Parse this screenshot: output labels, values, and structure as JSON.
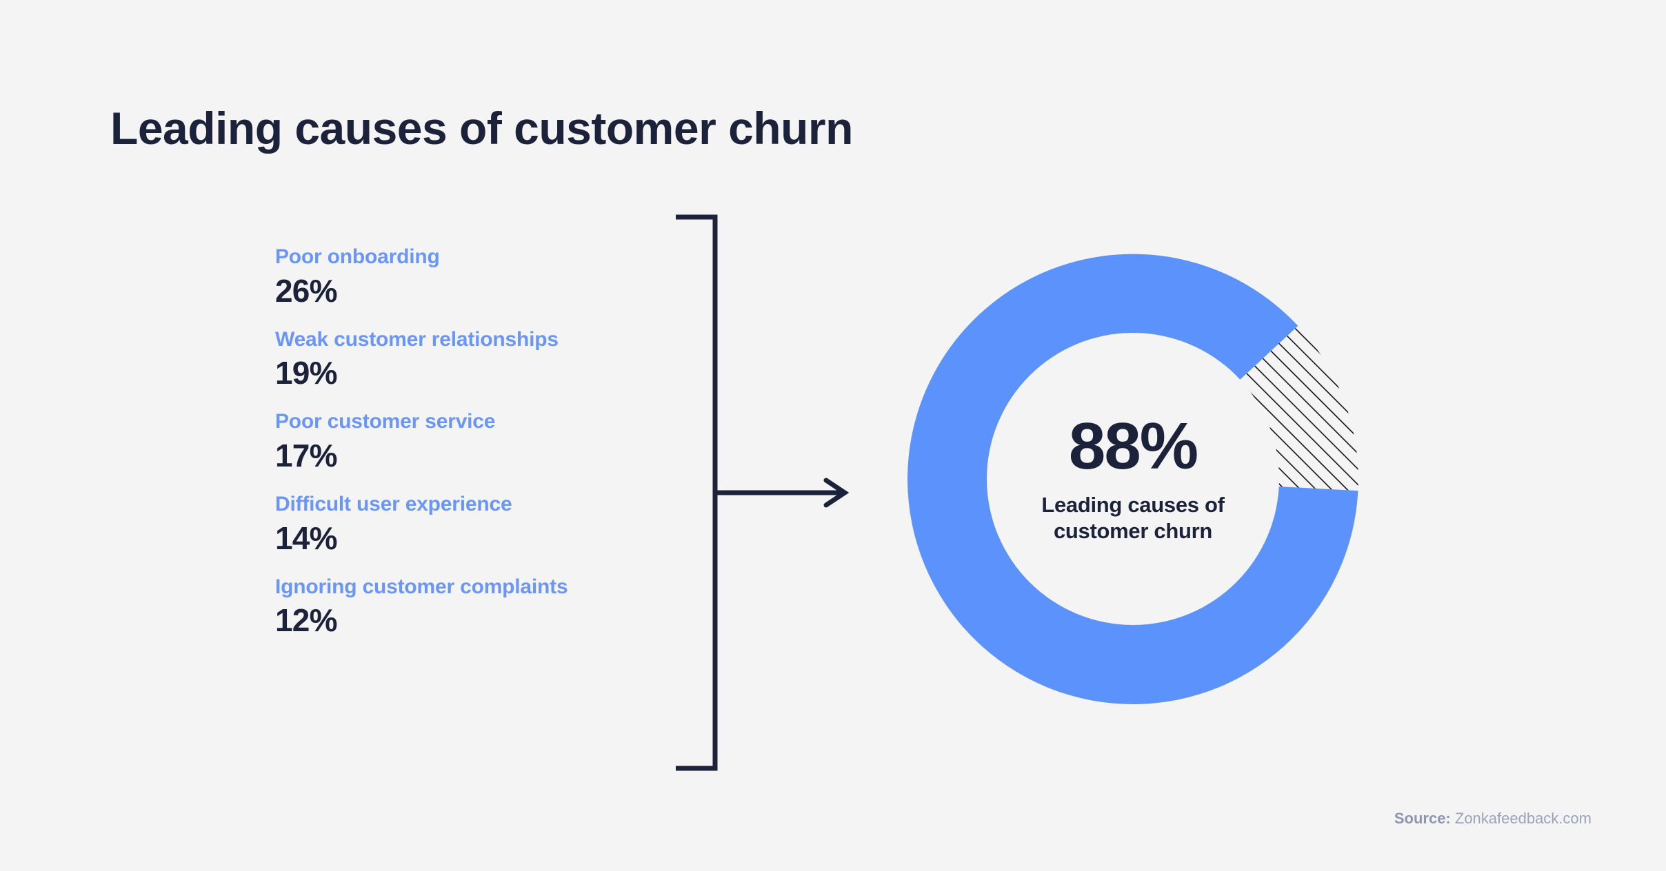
{
  "title": "Leading causes of customer churn",
  "causes": [
    {
      "label": "Poor onboarding",
      "value": "26%"
    },
    {
      "label": "Weak customer relationships",
      "value": "19%"
    },
    {
      "label": "Poor customer service",
      "value": "17%"
    },
    {
      "label": "Difficult user experience",
      "value": "14%"
    },
    {
      "label": "Ignoring customer complaints",
      "value": "12%"
    }
  ],
  "donut": {
    "big_value": "88%",
    "caption_line1": "Leading causes of",
    "caption_line2": "customer churn"
  },
  "source": {
    "prefix": "Source:",
    "name": " Zonkafeedback.com"
  },
  "colors": {
    "background": "#f4f4f5",
    "accent_blue": "#5b92fb",
    "label_blue": "#6b96f9",
    "dark_navy": "#1b2239",
    "hatch_line": "#111111",
    "source_gray": "#9aa3b8"
  },
  "chart_data": {
    "type": "pie",
    "title": "Leading causes of customer churn",
    "categories": [
      "Poor onboarding",
      "Weak customer relationships",
      "Poor customer service",
      "Difficult user experience",
      "Ignoring customer complaints"
    ],
    "values": [
      26,
      19,
      17,
      14,
      12
    ],
    "unit": "%",
    "total_shown": 88,
    "center_label": "88%",
    "center_sublabel": "Leading causes of customer churn",
    "donut": true,
    "inner_radius_ratio": 0.648,
    "segments": [
      {
        "name": "Leading causes of customer churn",
        "value": 88,
        "fill": "solid",
        "color": "#5b92fb"
      },
      {
        "name": "Remainder",
        "value": 12,
        "fill": "diagonal-hatch",
        "color": "#f4f4f5"
      }
    ],
    "legend": "left-list",
    "grid": false,
    "xlabel": "",
    "ylabel": ""
  }
}
